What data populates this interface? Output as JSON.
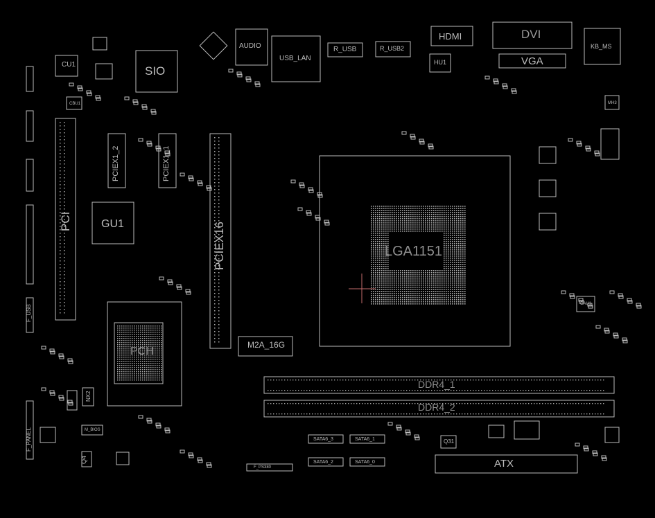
{
  "colors": {
    "background": "#000000",
    "stroke": "#bdbdbd",
    "crosshair": "#c56b6b"
  },
  "labels": {
    "sio": "SIO",
    "gu1": "GU1",
    "pch": "PCH",
    "cpu_socket": "LGA1151",
    "pci": "PCI",
    "pciex16": "PCIEX16",
    "pciex1_2": "PCIEX1_2",
    "pciex1_1": "PCIEX1_1",
    "m2": "M2A_16G",
    "ddr1": "DDR4_1",
    "ddr2": "DDR4_2",
    "atx": "ATX",
    "audio": "AUDIO",
    "usb_lan": "USB_LAN",
    "r_usb": "R_USB",
    "r_usb2": "R_USB2",
    "hdmi": "HDMI",
    "dvi": "DVI",
    "vga": "VGA",
    "kbms": "KB_MS",
    "hu1": "HU1",
    "cu1": "CU1",
    "cau1": "CAU1",
    "cbu1": "CBU1",
    "sata3": "SATA6_3",
    "sata1": "SATA6_1",
    "sata2": "SATA6_2",
    "sata0": "SATA6_0",
    "f_panel": "F_PANEL",
    "f_usb": "F_USB",
    "q31": "Q31",
    "mh": "MH3",
    "m_bios": "M_BIOS",
    "q4": "Q4",
    "nx2": "NX2",
    "pcb": "F_PS380"
  }
}
